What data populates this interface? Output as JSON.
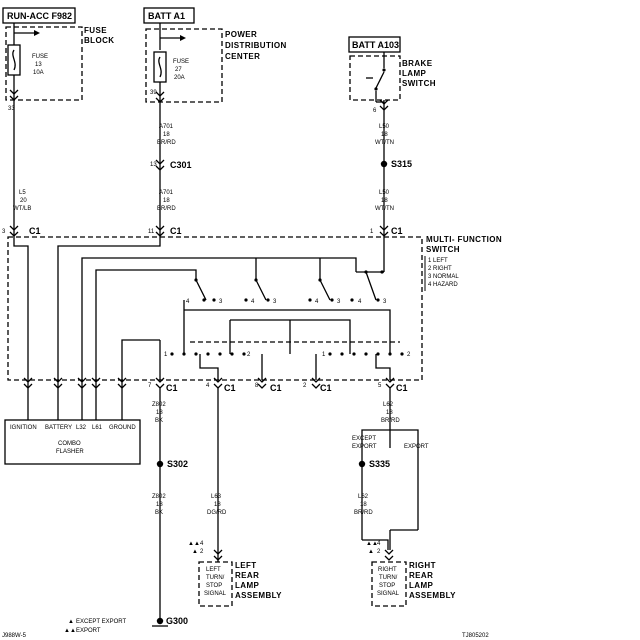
{
  "sources": {
    "run_acc": "RUN-ACC F982",
    "batt_a1": "BATT A1",
    "batt_a103": "BATT A103"
  },
  "components": {
    "fuse_block": [
      "FUSE",
      "BLOCK"
    ],
    "pdc": [
      "POWER",
      "DISTRIBUTION",
      "CENTER"
    ],
    "brake_switch": [
      "BRAKE",
      "LAMP",
      "SWITCH"
    ],
    "mfs": [
      "MULTI- FUNCTION",
      "SWITCH"
    ],
    "mfs_positions": [
      "1 LEFT",
      "2 RIGHT",
      "3 NORMAL",
      "4 HAZARD"
    ],
    "left_lamp": [
      "LEFT",
      "REAR",
      "LAMP",
      "ASSEMBLY"
    ],
    "left_lamp_inner": [
      "LEFT",
      "TURN/",
      "STOP",
      "SIGNAL"
    ],
    "right_lamp": [
      "RIGHT",
      "REAR",
      "LAMP",
      "ASSEMBLY"
    ],
    "right_lamp_inner": [
      "RIGHT",
      "TURN/",
      "STOP",
      "SIGNAL"
    ],
    "flasher_name": [
      "COMBO",
      "FLASHER"
    ],
    "flasher_pins": [
      "IGNITION",
      "BATTERY",
      "L32",
      "L61",
      "GROUND"
    ]
  },
  "fuses": {
    "f13": [
      "FUSE",
      "13",
      "10A"
    ],
    "f27": [
      "FUSE",
      "27",
      "20A"
    ]
  },
  "pins": {
    "fuse13_out": "33",
    "fuse27_out": "39",
    "brake_out": "6",
    "c301_pin": "13",
    "c1_in_1": "3",
    "c1_in_2": "11",
    "c1_in_3": "1",
    "c1_out_1": "7",
    "c1_out_2": "4",
    "c1_out_3": "8",
    "c1_out_4": "2",
    "c1_out_5": "5"
  },
  "connectors": {
    "c1": "C1",
    "c301": "C301"
  },
  "splices": {
    "s315": "S315",
    "s302": "S302",
    "s335": "S335",
    "g300": "G300"
  },
  "wires": {
    "l5": [
      "L5",
      "20",
      "WT/LB"
    ],
    "a701_top": [
      "A701",
      "18",
      "BR/RD"
    ],
    "a701_bot": [
      "A701",
      "18",
      "BR/RD"
    ],
    "l50_top": [
      "L50",
      "18",
      "WT/TN"
    ],
    "l50_bot": [
      "L50",
      "18",
      "WT/TN"
    ],
    "z802_top": [
      "Z802",
      "18",
      "BK"
    ],
    "z802_bot": [
      "Z802",
      "18",
      "BK"
    ],
    "l63": [
      "L63",
      "18",
      "DG/RD"
    ],
    "l62_top": [
      "L62",
      "18",
      "BR/RD"
    ],
    "l62_bot": [
      "L62",
      "18",
      "BR/RD"
    ]
  },
  "variants": {
    "except_export": [
      "EXCEPT",
      "EXPORT"
    ],
    "export": "EXPORT",
    "left_marks": [
      "4",
      "2"
    ],
    "right_marks": [
      "4",
      "2"
    ]
  },
  "switch_marks": {
    "a": [
      "4",
      "3"
    ],
    "b": [
      "4",
      "3"
    ],
    "c": [
      "4",
      "3"
    ],
    "d": [
      "4",
      "3"
    ],
    "row_left": [
      "1",
      "2"
    ],
    "row_right": [
      "1",
      "2"
    ]
  },
  "legend": {
    "single": "EXCEPT EXPORT",
    "double": "EXPORT"
  },
  "footer": {
    "left": "J988W-5",
    "right": "TJ805202"
  }
}
